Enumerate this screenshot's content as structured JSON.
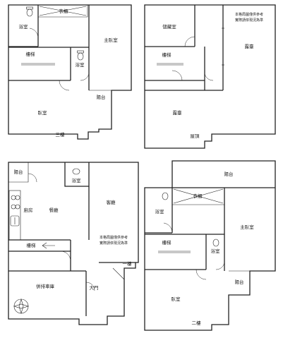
{
  "floor3": {
    "rooms": {
      "closet": "衣櫃",
      "bath_a": "浴室",
      "master": "主臥室",
      "stairs": "樓梯",
      "bath_b": "浴室",
      "balcony": "陽台",
      "bedroom": "臥室",
      "floor": "三樓"
    }
  },
  "roof": {
    "rooms": {
      "storage": "儲藏室",
      "note_line1": "本格局圖僅供參考",
      "note_line2": "實際請依現況為準",
      "terrace_a": "露臺",
      "stairs": "樓梯",
      "terrace_b": "露臺",
      "rooftop": "屋頂"
    }
  },
  "floor1": {
    "rooms": {
      "balcony": "陽台",
      "bath": "浴室",
      "kitchen": "廚房",
      "dining": "餐廳",
      "living": "客廳",
      "stairs": "樓梯",
      "note_line1": "本格局圖僅供參考",
      "note_line2": "實際請依現況為準",
      "floor": "一樓",
      "garage": "併排車庫",
      "gate": "大門"
    }
  },
  "floor2": {
    "rooms": {
      "balcony_top": "陽台",
      "closet": "衣櫃",
      "bath_a": "浴室",
      "master": "主臥室",
      "stairs": "樓梯",
      "bath_b": "浴室",
      "balcony": "陽台",
      "bedroom": "臥室",
      "floor": "二樓"
    }
  }
}
